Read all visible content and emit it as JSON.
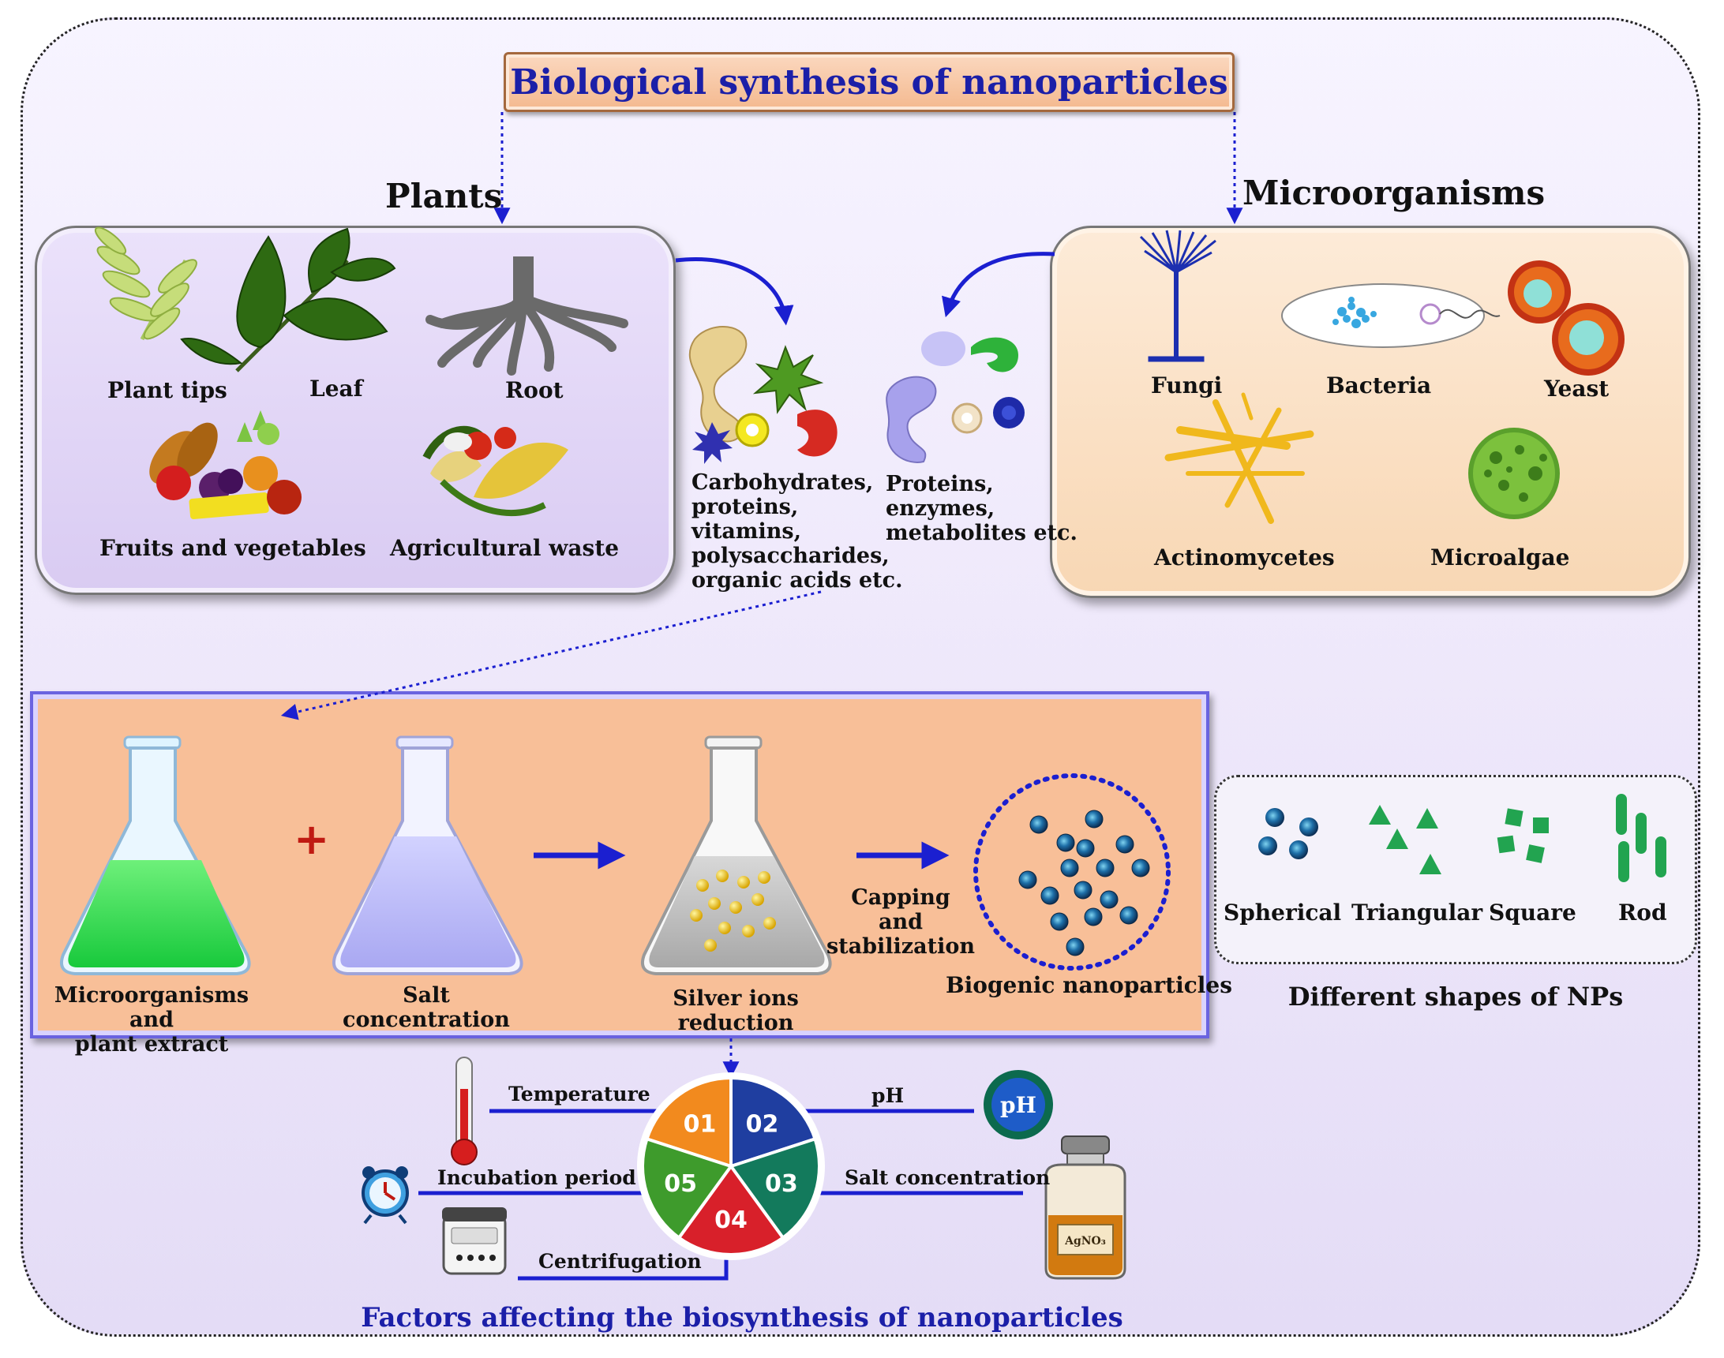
{
  "title": "Biological synthesis of nanoparticles",
  "plants": {
    "heading": "Plants",
    "items": [
      "Plant tips",
      "Leaf",
      "Root",
      "Fruits and vegetables",
      "Agricultural waste"
    ]
  },
  "microorganisms": {
    "heading": "Microorganisms",
    "items": [
      "Fungi",
      "Bacteria",
      "Yeast",
      "Actinomycetes",
      "Microalgae"
    ]
  },
  "biomolecules": {
    "plant_lines": [
      "Carbohydrates,",
      "proteins,",
      "vitamins,",
      "polysaccharides,",
      "organic acids etc."
    ],
    "micro_lines": [
      "Proteins,",
      "enzymes,",
      "metabolites etc."
    ]
  },
  "process": {
    "plus": "+",
    "flask1_lines": [
      "Microorganisms and",
      "plant extract"
    ],
    "flask2_lines": [
      "Salt",
      "concentration"
    ],
    "flask3_lines": [
      "Silver ions",
      "reduction"
    ],
    "capping_lines": [
      "Capping and",
      "stabilization"
    ],
    "result": "Biogenic nanoparticles"
  },
  "shapes": {
    "items": [
      "Spherical",
      "Triangular",
      "Square",
      "Rod"
    ],
    "caption": "Different shapes of NPs"
  },
  "factors": {
    "title": "Factors affecting the biosynthesis of nanoparticles",
    "segments": [
      {
        "number": "01",
        "label": "Temperature",
        "color": "#f28a1e"
      },
      {
        "number": "02",
        "label": "pH",
        "color": "#1f3ea0"
      },
      {
        "number": "03",
        "label": "Salt concentration",
        "color": "#137a5c"
      },
      {
        "number": "04",
        "label": "Centrifugation",
        "color": "#d8202a"
      },
      {
        "number": "05",
        "label": "Incubation period",
        "color": "#3e9b2c"
      }
    ],
    "ph_badge": "pH",
    "bottle_label": "AgNO₃"
  }
}
